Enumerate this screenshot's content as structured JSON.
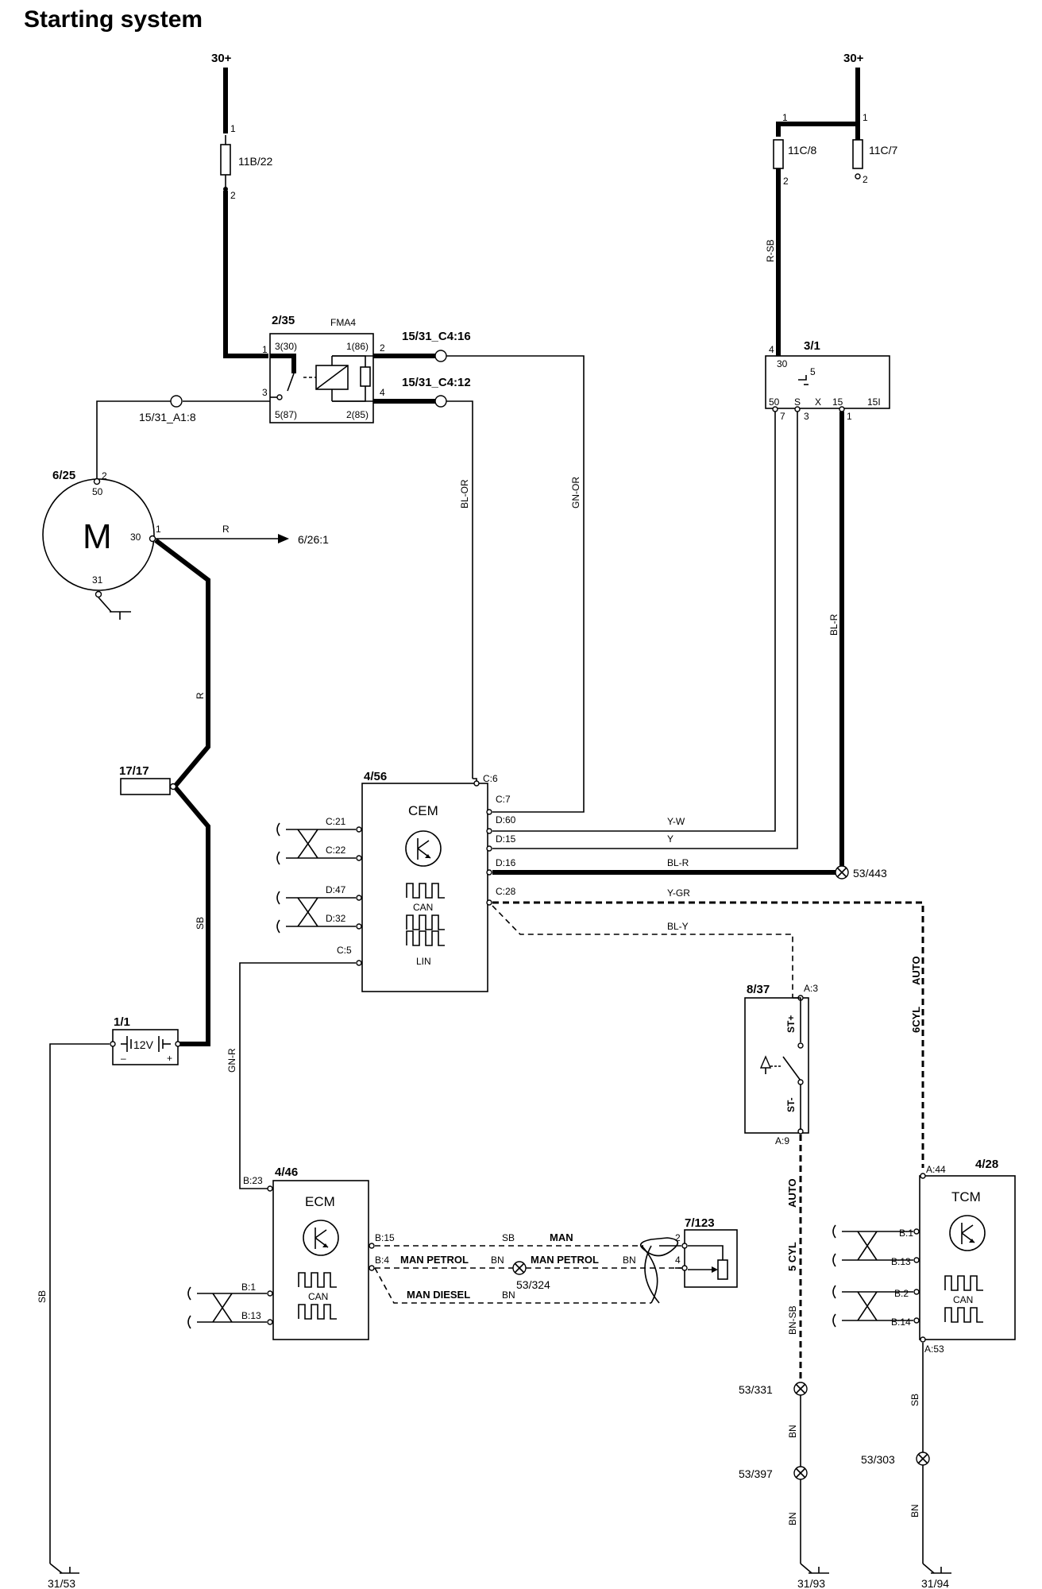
{
  "title": "Starting system",
  "power_labels": {
    "left": "30+",
    "right": "30+"
  },
  "fuses": {
    "f1": "11B/22",
    "f2": "11C/8",
    "f3": "11C/7"
  },
  "relay": {
    "id": "2/35",
    "name": "FMA4",
    "p1": "1",
    "p30": "3(30)",
    "p86": "1(86)",
    "p2": "2",
    "p3": "3",
    "p87": "5(87)",
    "p85": "2(85)",
    "p4": "4"
  },
  "connectors": {
    "c1": "15/31_C4:16",
    "c2": "15/31_C4:12",
    "c3": "15/31_A1:8"
  },
  "ignition": {
    "id": "3/1",
    "p30": "30",
    "p4": "4",
    "p5": "5",
    "t50": "50",
    "tS": "S",
    "tX": "X",
    "t15": "15",
    "t15I": "15I",
    "n7": "7",
    "n3": "3",
    "n1": "1"
  },
  "motor": {
    "id": "6/25",
    "symbol": "M",
    "p50": "50",
    "p2": "2",
    "p30": "30",
    "p1": "1",
    "p31": "31",
    "ref": "6/26:1"
  },
  "component_1717": "17/17",
  "battery": {
    "id": "1/1",
    "voltage": "12V",
    "minus": "–",
    "plus": "+"
  },
  "cem": {
    "id": "4/56",
    "name": "CEM",
    "can": "CAN",
    "lin": "LIN",
    "pins": [
      "C:6",
      "C:7",
      "D:60",
      "D:15",
      "D:16",
      "C:28",
      "C:21",
      "C:22",
      "D:47",
      "D:32",
      "C:5"
    ]
  },
  "ecm": {
    "id": "4/46",
    "name": "ECM",
    "can": "CAN",
    "pins": [
      "B:23",
      "B:15",
      "B:4",
      "B:1",
      "B:13"
    ]
  },
  "tcm": {
    "id": "4/28",
    "name": "TCM",
    "can": "CAN",
    "pins": [
      "A:44",
      "B:1",
      "B:13",
      "B:2",
      "B:14",
      "A:53"
    ]
  },
  "sw837": {
    "id": "8/37",
    "a3": "A:3",
    "a9": "A:9",
    "stp": "ST+",
    "stm": "ST-"
  },
  "comp7123": {
    "id": "7/123",
    "p2": "2",
    "p4": "4"
  },
  "splices": {
    "s443": "53/443",
    "s324": "53/324",
    "s331": "53/331",
    "s397": "53/397",
    "s303": "53/303"
  },
  "grounds": {
    "g1": "31/53",
    "g2": "31/93",
    "g3": "31/94"
  },
  "wire_colors": {
    "rsb": "R-SB",
    "r": "R",
    "r2": "R",
    "sb": "SB",
    "blor": "BL-OR",
    "gnor": "GN-OR",
    "blr": "BL-R",
    "yw": "Y-W",
    "y": "Y",
    "blr2": "BL-R",
    "ygr": "Y-GR",
    "bly": "BL-Y",
    "gnr": "GN-R",
    "sb2": "SB",
    "sb3": "SB",
    "bn1": "BN",
    "bn2": "BN",
    "bn3": "BN",
    "bnsb": "BN-SB",
    "bn4": "BN",
    "bn5": "BN",
    "sb4": "SB",
    "bn6": "BN"
  },
  "annotations": {
    "man1": "MAN",
    "manpetrol1": "MAN PETROL",
    "manpetrol2": "MAN PETROL",
    "mandiesel": "MAN DIESEL",
    "auto1": "AUTO",
    "cyl6": "6CYL",
    "auto2": "AUTO",
    "cyl5": "5 CYL"
  }
}
